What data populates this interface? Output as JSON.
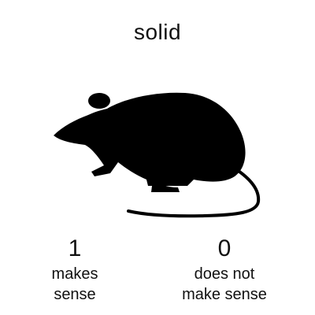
{
  "prompt": {
    "word": "solid"
  },
  "image": {
    "icon": "rat-silhouette-icon",
    "fill": "#000000"
  },
  "options": [
    {
      "value": "1",
      "line1": "makes",
      "line2": "sense"
    },
    {
      "value": "0",
      "line1": "does not",
      "line2": "make sense"
    }
  ]
}
